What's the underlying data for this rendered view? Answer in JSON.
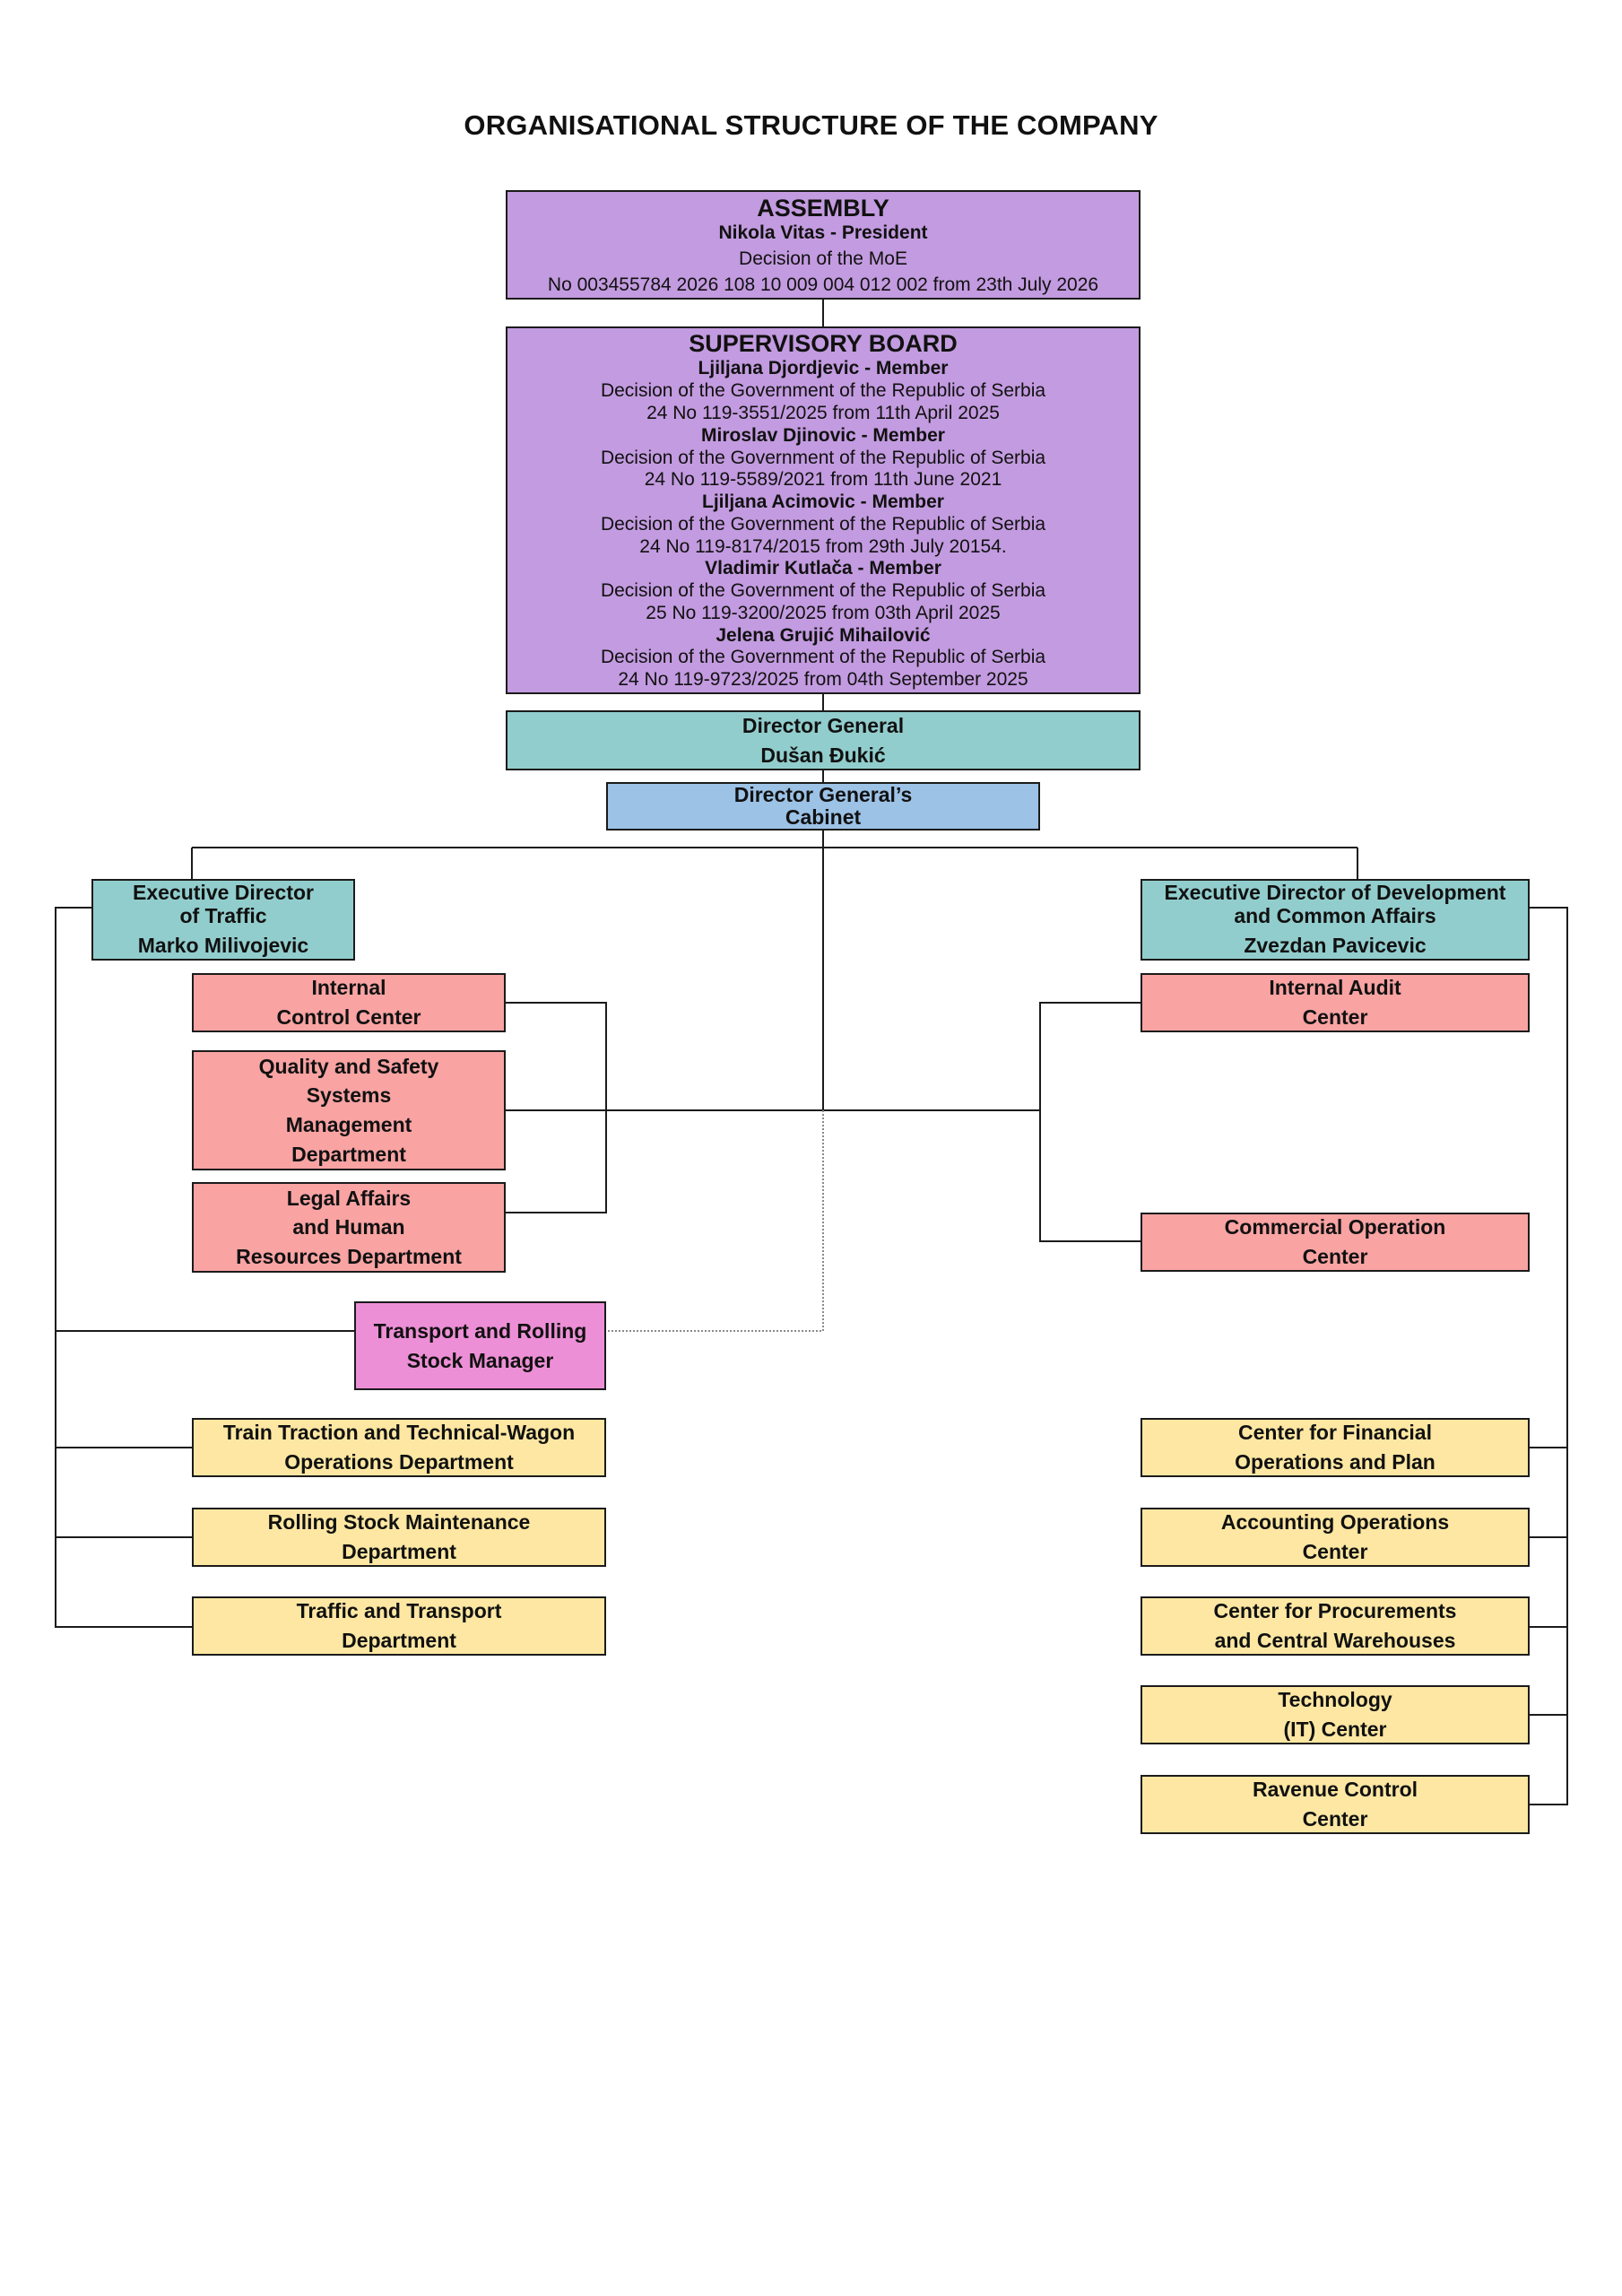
{
  "title": "ORGANISATIONAL STRUCTURE OF THE COMPANY",
  "assembly": {
    "heading": "ASSEMBLY",
    "president": "Nikola Vitas - President",
    "decision": "Decision of the MoE",
    "number": "No 003455784 2026 108 10 009 004 012 002 from 23th July 2026"
  },
  "supervisory_board": {
    "heading": "SUPERVISORY BOARD",
    "members": [
      {
        "name": "Ljiljana Djordjevic - Member",
        "decision": "Decision of the Government of the Republic of Serbia",
        "ref": "24 No 119-3551/2025 from 11th April 2025"
      },
      {
        "name": "Miroslav Djinovic - Member",
        "decision": "Decision of the Government of the Republic of Serbia",
        "ref": "24 No 119-5589/2021 from 11th June 2021"
      },
      {
        "name": "Ljiljana Acimovic - Member",
        "decision": "Decision of the Government of the Republic of Serbia",
        "ref": "24 No 119-8174/2015 from 29th July 20154."
      },
      {
        "name": "Vladimir Kutlača - Member",
        "decision": "Decision of the Government of the Republic of Serbia",
        "ref": "25 No 119-3200/2025 from 03th April 2025"
      },
      {
        "name": "Jelena Grujić Mihailović",
        "decision": "Decision of the Government of the Republic of Serbia",
        "ref": "24 No 119-9723/2025 from 04th September 2025"
      }
    ]
  },
  "director_general": {
    "title": "Director General",
    "name": "Dušan Đukić"
  },
  "cabinet": {
    "line1": "Director General’s",
    "line2": "Cabinet"
  },
  "exec_traffic": {
    "line1": "Executive Director",
    "line2": "of Traffic",
    "name": "Marko Milivojevic"
  },
  "exec_development": {
    "line1": "Executive Director of Development",
    "line2": "and Common Affairs",
    "name": "Zvezdan Pavicevic"
  },
  "internal_control": {
    "line1": "Internal",
    "line2": "Control Center"
  },
  "quality_safety": {
    "line1": "Quality and Safety",
    "line2": "Systems",
    "line3": "Management",
    "line4": "Department"
  },
  "legal_hr": {
    "line1": "Legal Affairs",
    "line2": "and Human",
    "line3": "Resources Department"
  },
  "internal_audit": {
    "line1": "Internal Audit",
    "line2": "Center"
  },
  "commercial": {
    "line1": "Commercial Operation",
    "line2": "Center"
  },
  "transport_manager": {
    "line1": "Transport and Rolling",
    "line2": "Stock Manager"
  },
  "train_traction": {
    "line1": "Train Traction and Technical-Wagon",
    "line2": "Operations Department"
  },
  "rolling_stock": {
    "line1": "Rolling Stock Maintenance",
    "line2": "Department"
  },
  "traffic_transport": {
    "line1": "Traffic and Transport",
    "line2": "Department"
  },
  "financial": {
    "line1": "Center for Financial",
    "line2": "Operations and Plan"
  },
  "accounting": {
    "line1": "Accounting Operations",
    "line2": "Center"
  },
  "procurement": {
    "line1": "Center for Procurements",
    "line2": "and Central Warehouses"
  },
  "technology": {
    "line1": "Technology",
    "line2": "(IT) Center"
  },
  "revenue": {
    "line1": "Ravenue Control",
    "line2": "Center"
  },
  "colors": {
    "governance": "#c39be0",
    "directors": "#92cdcd",
    "cabinet": "#9cc2e6",
    "centers": "#f9a3a3",
    "manager": "#ed8fd6",
    "departments": "#fde7a2"
  }
}
